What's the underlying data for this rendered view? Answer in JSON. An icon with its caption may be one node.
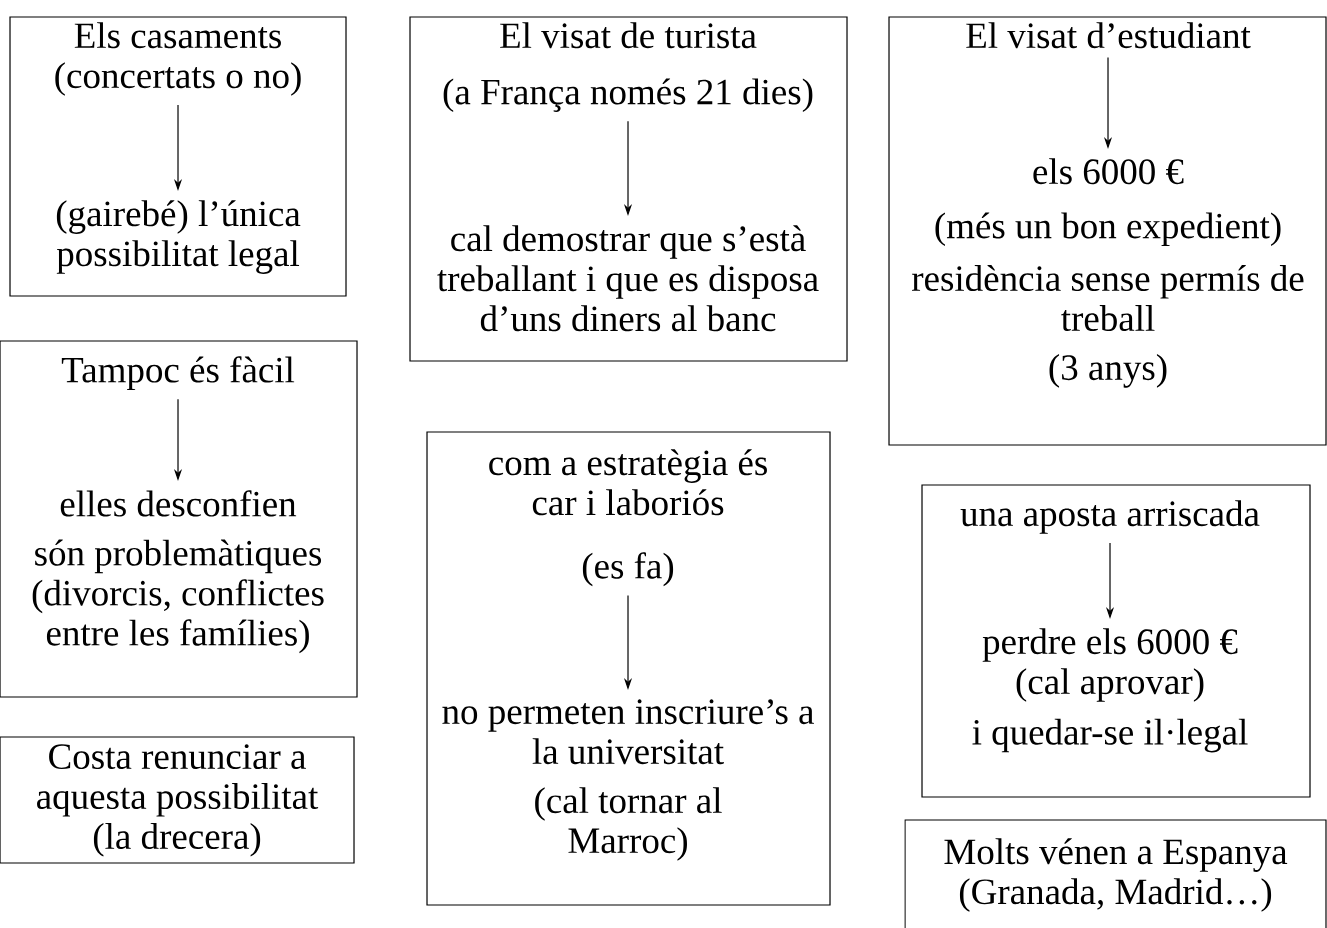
{
  "diagram": {
    "nodes": [
      {
        "text": [],
        "shape": "box"
      },
      {
        "text": [
          "Els casaments (concertats o no)"
        ],
        "in": 0
      },
      {
        "text": [
          "(gairebé) l’única possibilitat legal"
        ],
        "in": 0
      },
      {
        "text": [],
        "shape": "box"
      },
      {
        "text": [
          "El visat de turista",
          "(a França només 21 dies)"
        ],
        "in": 3
      },
      {
        "text": [
          "cal demostrar que s’està treballant i que es disposa d’uns diners al banc"
        ],
        "in": 3
      },
      {
        "text": [],
        "shape": "box"
      },
      {
        "text": [
          "El visat d’estudiant"
        ],
        "in": 6
      },
      {
        "text": [
          "els 6000 €",
          "(més un bon expedient)",
          "residència sense permís de treball",
          "(3 anys)"
        ],
        "in": 6
      },
      {
        "text": [],
        "shape": "box"
      },
      {
        "text": [
          "Tampoc és fàcil"
        ],
        "in": 9
      },
      {
        "text": [
          "elles desconfien",
          "són problemàtiques (divorcis, conflictes entre les famílies)"
        ],
        "in": 9
      },
      {
        "text": [],
        "shape": "box"
      },
      {
        "text": [
          "com a estratègia és car i laboriós",
          "(es fa)"
        ],
        "in": 12
      },
      {
        "text": [
          "no permeten inscriure’s a la universitat",
          "(cal tornar al Marroc)"
        ],
        "in": 12
      },
      {
        "text": [],
        "shape": "box"
      },
      {
        "text": [
          "una aposta arriscada"
        ],
        "in": 15
      },
      {
        "text": [
          "perdre els 6000 € (cal aprovar)",
          "i quedar-se il·legal"
        ],
        "in": 15
      },
      {
        "text": [
          "Costa renunciar a aquesta possibilitat (la drecera)"
        ]
      },
      {
        "text": [
          "Molts vénen a Espanya (Granada, Madrid…)"
        ]
      }
    ],
    "edges": [
      {
        "from": 1,
        "to": 2,
        "arrow": "to"
      },
      {
        "from": 4,
        "to": 5,
        "arrow": "to"
      },
      {
        "from": 7,
        "to": 8,
        "arrow": "to"
      },
      {
        "from": 10,
        "to": 11,
        "arrow": "to"
      },
      {
        "from": 13,
        "to": 14,
        "arrow": "to"
      },
      {
        "from": 16,
        "to": 17,
        "arrow": "to"
      }
    ]
  }
}
